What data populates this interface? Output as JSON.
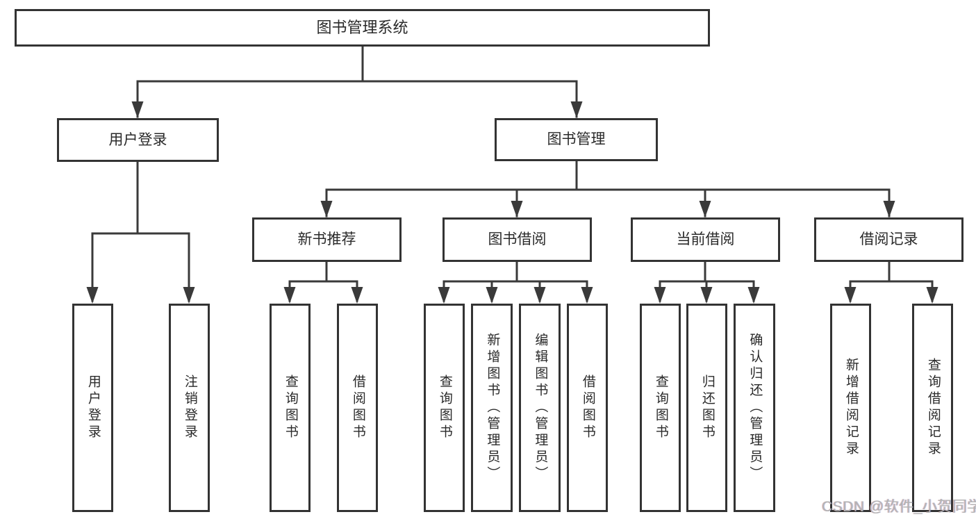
{
  "tree": {
    "root": {
      "label": "图书管理系统",
      "children": [
        {
          "label": "用户登录",
          "children": [
            {
              "label": "用户登录"
            },
            {
              "label": "注销登录"
            }
          ]
        },
        {
          "label": "图书管理",
          "children": [
            {
              "label": "新书推荐",
              "children": [
                {
                  "label": "查询图书"
                },
                {
                  "label": "借阅图书"
                }
              ]
            },
            {
              "label": "图书借阅",
              "children": [
                {
                  "label": "查询图书"
                },
                {
                  "label": "新增图书（管理员）"
                },
                {
                  "label": "编辑图书（管理员）"
                },
                {
                  "label": "借阅图书"
                }
              ]
            },
            {
              "label": "当前借阅",
              "children": [
                {
                  "label": "查询图书"
                },
                {
                  "label": "归还图书"
                },
                {
                  "label": "确认归还（管理员）"
                }
              ]
            },
            {
              "label": "借阅记录",
              "children": [
                {
                  "label": "新增借阅记录"
                },
                {
                  "label": "查询借阅记录"
                }
              ]
            }
          ]
        }
      ]
    }
  },
  "watermark": {
    "text": "CSDN @软件_小贺同学"
  },
  "colors": {
    "line": "#3a3a3a",
    "node_border": "#333333",
    "node_text": "#2a2a2a",
    "background": "#ffffff",
    "watermark": "#b3b3b3"
  }
}
